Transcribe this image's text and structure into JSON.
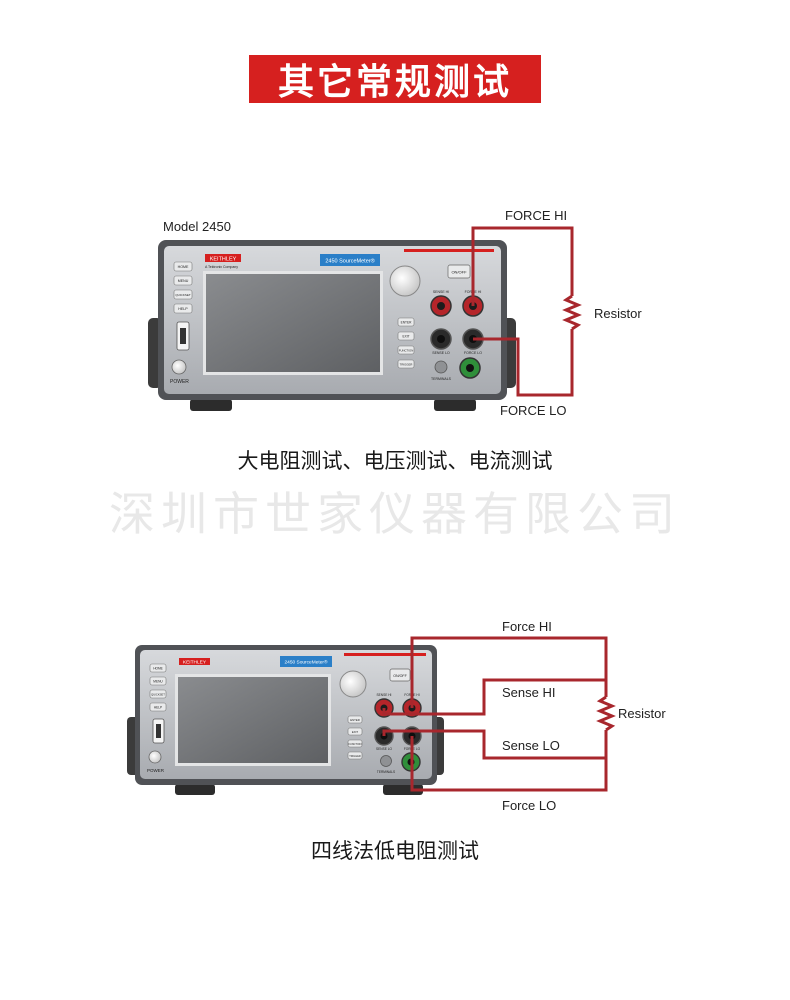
{
  "banner": {
    "title": "其它常规测试"
  },
  "watermark": "深圳市世家仪器有限公司",
  "diagram1": {
    "model_label": "Model 2450",
    "brand": "KEITHLEY",
    "brand_sub": "A Tektronix Company",
    "product_badge": "2450 SourceMeter®",
    "side_buttons": [
      "HOME",
      "MENU",
      "QUICKSET",
      "HELP"
    ],
    "right_buttons": [
      "ENTER",
      "EXIT",
      "FUNCTION",
      "TRIGGER"
    ],
    "power_label": "POWER",
    "onoff_label": "ON/OFF",
    "terminals_label": "TERMINALS",
    "sense_hi": "SENSE HI",
    "sense_lo": "SENSE LO",
    "force_hi_panel": "FORCE HI",
    "force_lo_panel": "FORCE LO",
    "wire_force_hi": "FORCE HI",
    "wire_force_lo": "FORCE LO",
    "resistor_label": "Resistor",
    "caption": "大电阻测试、电压测试、电流测试"
  },
  "diagram2": {
    "brand": "KEITHLEY",
    "product_badge": "2450 SourceMeter®",
    "side_buttons": [
      "HOME",
      "MENU",
      "QUICKSET",
      "HELP"
    ],
    "right_buttons": [
      "ENTER",
      "EXIT",
      "FUNCTION",
      "TRIGGER"
    ],
    "power_label": "POWER",
    "onoff_label": "ON/OFF",
    "terminals_label": "TERMINALS",
    "sense_hi": "SENSE HI",
    "sense_lo": "SENSE LO",
    "force_hi_panel": "FORCE HI",
    "force_lo_panel": "FORCE LO",
    "wire_force_hi": "Force HI",
    "wire_sense_hi": "Sense HI",
    "wire_sense_lo": "Sense LO",
    "wire_force_lo": "Force LO",
    "resistor_label": "Resistor",
    "caption": "四线法低电阻测试"
  },
  "colors": {
    "banner_red": "#d6201f",
    "wire_red": "#a8272d",
    "instrument_body": "#b9bcc0",
    "screen": "#6d6f72",
    "badge_blue": "#2a7fc8"
  }
}
